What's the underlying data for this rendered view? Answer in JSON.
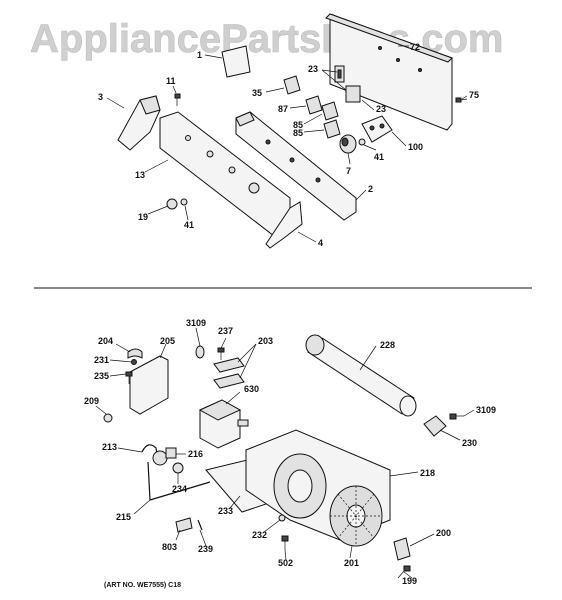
{
  "watermark": "AppliancePartsPros.com",
  "caption": "(ART NO. WE7555) C18",
  "top_labels": {
    "l1": "1",
    "l72": "72",
    "l11": "11",
    "l3": "3",
    "l35": "35",
    "l23a": "23",
    "l87": "87",
    "l23b": "23",
    "l75": "75",
    "l85a": "85",
    "l85b": "85",
    "l100": "100",
    "l41a": "41",
    "l7": "7",
    "l13": "13",
    "l2": "2",
    "l19": "19",
    "l41b": "41",
    "l4": "4"
  },
  "bottom_labels": {
    "l3109a": "3109",
    "l237": "237",
    "l203": "203",
    "l228": "228",
    "l204": "204",
    "l205": "205",
    "l231": "231",
    "l235": "235",
    "l630": "630",
    "l209": "209",
    "l3109b": "3109",
    "l230": "230",
    "l213": "213",
    "l216": "216",
    "l218": "218",
    "l234": "234",
    "l215": "215",
    "l233": "233",
    "l232": "232",
    "l200": "200",
    "l803": "803",
    "l239": "239",
    "l502": "502",
    "l201": "201",
    "l199": "199"
  }
}
